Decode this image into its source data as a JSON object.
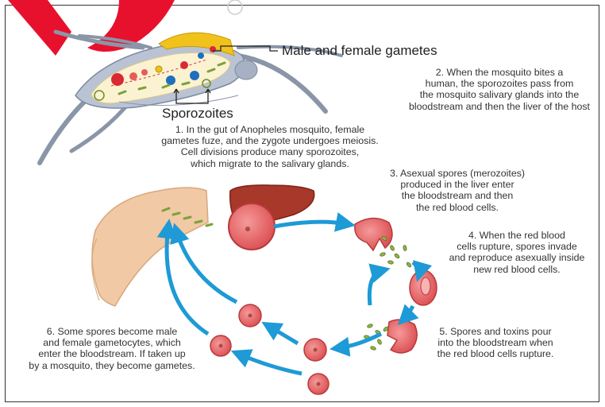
{
  "labels": {
    "gametes": "Male and female gametes",
    "sporozoites": "Sporozoites"
  },
  "steps": [
    {
      "n": "1",
      "text": "1. In the gut of Anopheles mosquito, female\ngametes fuze, and the zygote undergoes meiosis.\nCell divisions produce many sporozoites,\nwhich migrate to the salivary glands."
    },
    {
      "n": "2",
      "text": "2. When the mosquito bites a\nhuman, the sporozoites pass from\nthe mosquito salivary glands into the\nbloodstream and then the liver of the host"
    },
    {
      "n": "3",
      "text": "3. Asexual spores (merozoites)\nproduced in the liver enter\nthe bloodstream and then\nthe red blood cells."
    },
    {
      "n": "4",
      "text": "4. When the red blood\ncells rupture, spores invade\nand reproduce asexually inside\nnew red blood cells."
    },
    {
      "n": "5",
      "text": "5. Spores and toxins pour\ninto the bloodstream when\nthe red blood cells rupture."
    },
    {
      "n": "6",
      "text": "6. Some spores become male\nand female gametocytes, which\nenter the bloodstream. If taken up\nby a mosquito, they become gametes."
    }
  ],
  "colors": {
    "arrow": "#1e9ad6",
    "rbc": "#e9686b",
    "rbc_dark": "#b83a3c",
    "liver": "#a8382a",
    "spore": "#8fb24a",
    "mosquito_body": "#b9c3d4",
    "gut": "#fbf2d2",
    "gland": "#f2c21c",
    "watermark": "#e8112d"
  }
}
